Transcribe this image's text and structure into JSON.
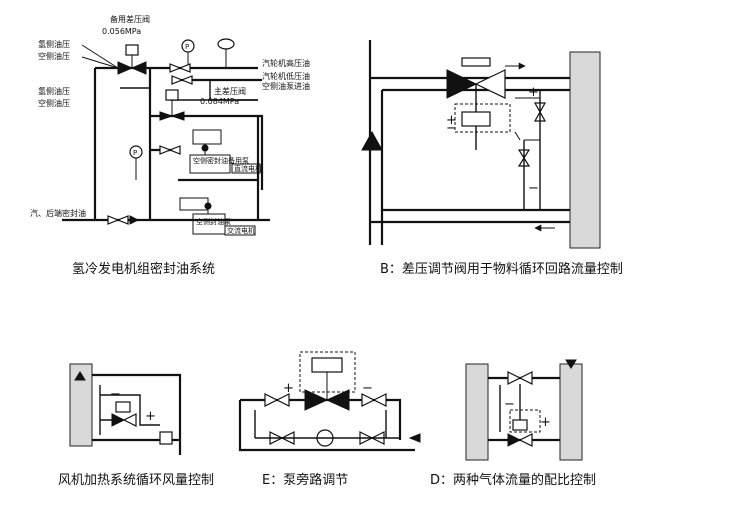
{
  "captions": {
    "a": "氢冷发电机组密封油系统",
    "b": "B：差压调节阀用于物料循环回路流量控制",
    "c": "风机加热系统循环风量控制",
    "e": "E：泵旁路调节",
    "d": "D：两种气体流量的配比控制"
  },
  "diagram_a": {
    "backup_valve": "备用差压阀",
    "backup_pressure": "0.056MPa",
    "h2_side_oil_1": "氢侧油压",
    "air_side_oil_1": "空侧油压",
    "h2_side_oil_2": "氢侧油压",
    "air_side_oil_2": "空侧油压",
    "turbine_hp_oil": "汽轮机高压油",
    "turbine_lp_oil": "汽轮机低压油",
    "air_pump_inlet": "空侧油泵进油",
    "main_valve": "主差压阀",
    "main_pressure": "0.084MPa",
    "backup_pump": "空侧密封油备用泵",
    "dc_motor": "直流电机",
    "seal_pump": "空侧封油泵",
    "ac_motor": "交流电机",
    "rear_seal": "汽、后端密封油",
    "gauge": "P"
  },
  "signs": {
    "plus": "+",
    "minus": "−"
  }
}
